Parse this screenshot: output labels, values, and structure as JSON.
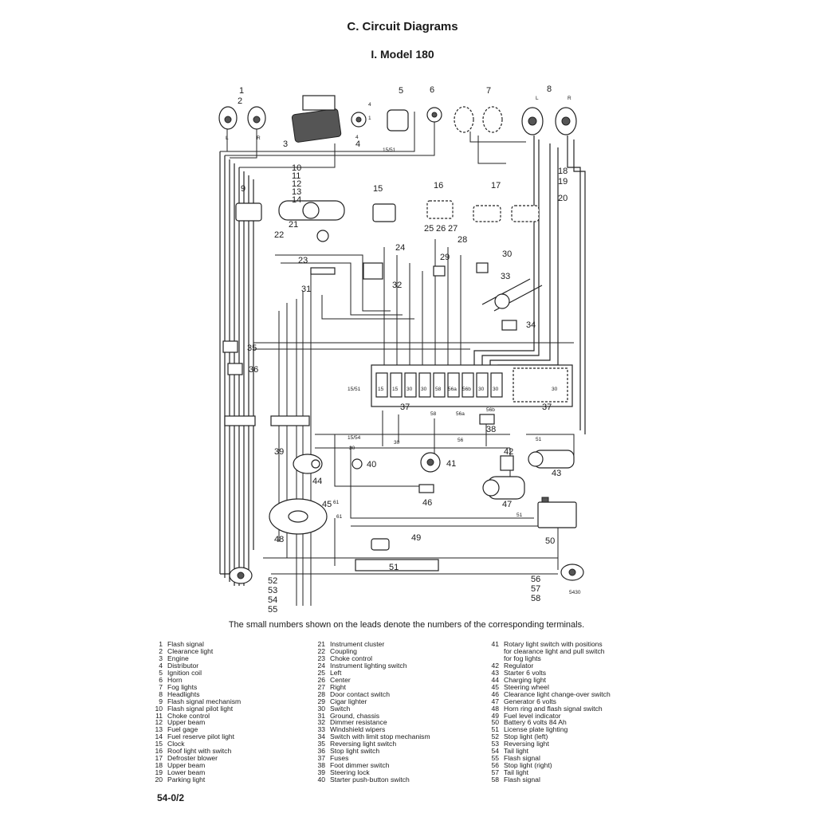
{
  "title": "C. Circuit Diagrams",
  "subtitle": "I. Model 180",
  "caption": "The small numbers shown on the leads denote the numbers of the corresponding terminals.",
  "page_code": "54-0/2",
  "diagram": {
    "side_left": "L",
    "side_right": "R",
    "terminals": [
      "4",
      "4",
      "1",
      "15/51",
      "15/51",
      "58",
      "56a",
      "56b",
      "15/54",
      "30",
      "56",
      "30",
      "51",
      "61",
      "61",
      "51"
    ],
    "part_number": "5430",
    "callouts": [
      "1",
      "2",
      "3",
      "4",
      "5",
      "6",
      "7",
      "8",
      "9",
      "10",
      "11",
      "12",
      "13",
      "14",
      "15",
      "16",
      "17",
      "18",
      "19",
      "20",
      "21",
      "22",
      "23",
      "24",
      "25",
      "26",
      "27",
      "28",
      "29",
      "30",
      "31",
      "32",
      "33",
      "34",
      "35",
      "36",
      "37",
      "37",
      "38",
      "39",
      "40",
      "41",
      "42",
      "43",
      "44",
      "45",
      "46",
      "47",
      "48",
      "49",
      "50",
      "51",
      "52",
      "53",
      "54",
      "55",
      "56",
      "57",
      "58"
    ],
    "fuse_labels": [
      "15",
      "15",
      "30",
      "30",
      "58",
      "56a",
      "56b",
      "30",
      "30",
      "30"
    ]
  },
  "legend": [
    {
      "num": "1",
      "label": "Flash signal"
    },
    {
      "num": "2",
      "label": "Clearance light"
    },
    {
      "num": "3",
      "label": "Engine"
    },
    {
      "num": "4",
      "label": "Distributor"
    },
    {
      "num": "5",
      "label": "Ignition coil"
    },
    {
      "num": "6",
      "label": "Horn"
    },
    {
      "num": "7",
      "label": "Fog lights"
    },
    {
      "num": "8",
      "label": "Headlights"
    },
    {
      "num": "9",
      "label": "Flash signal mechanism"
    },
    {
      "num": "10",
      "label": "Flash signal pilot light"
    },
    {
      "num": "11",
      "label": "Choke control"
    },
    {
      "num": "12",
      "label": "Upper beam"
    },
    {
      "num": "13",
      "label": "Fuel gage"
    },
    {
      "num": "14",
      "label": "Fuel reserve pilot light"
    },
    {
      "num": "15",
      "label": "Clock"
    },
    {
      "num": "16",
      "label": "Roof light with switch"
    },
    {
      "num": "17",
      "label": "Defroster blower"
    },
    {
      "num": "18",
      "label": "Upper beam"
    },
    {
      "num": "19",
      "label": "Lower beam"
    },
    {
      "num": "20",
      "label": "Parking light"
    },
    {
      "num": "21",
      "label": "Instrument cluster"
    },
    {
      "num": "22",
      "label": "Coupling"
    },
    {
      "num": "23",
      "label": "Choke control"
    },
    {
      "num": "24",
      "label": "Instrument lighting switch"
    },
    {
      "num": "25",
      "label": "Left"
    },
    {
      "num": "26",
      "label": "Center"
    },
    {
      "num": "27",
      "label": "Right"
    },
    {
      "num": "28",
      "label": "Door contact switch"
    },
    {
      "num": "29",
      "label": "Cigar lighter"
    },
    {
      "num": "30",
      "label": "Switch"
    },
    {
      "num": "31",
      "label": "Ground, chassis"
    },
    {
      "num": "32",
      "label": "Dimmer resistance"
    },
    {
      "num": "33",
      "label": "Windshield wipers"
    },
    {
      "num": "34",
      "label": "Switch with limit stop mechanism"
    },
    {
      "num": "35",
      "label": "Reversing light switch"
    },
    {
      "num": "36",
      "label": "Stop light switch"
    },
    {
      "num": "37",
      "label": "Fuses"
    },
    {
      "num": "38",
      "label": "Foot dimmer switch"
    },
    {
      "num": "39",
      "label": "Steering lock"
    },
    {
      "num": "40",
      "label": "Starter push-button switch"
    },
    {
      "num": "41",
      "label": "Rotary light switch with positions"
    },
    {
      "num": "",
      "label": "for clearance light and pull switch"
    },
    {
      "num": "",
      "label": "for fog lights"
    },
    {
      "num": "42",
      "label": "Regulator"
    },
    {
      "num": "43",
      "label": "Starter  6 volts"
    },
    {
      "num": "44",
      "label": "Charging light"
    },
    {
      "num": "45",
      "label": "Steering wheel"
    },
    {
      "num": "46",
      "label": "Clearance light change-over switch"
    },
    {
      "num": "47",
      "label": "Generator  6 volts"
    },
    {
      "num": "48",
      "label": "Horn ring and flash signal switch"
    },
    {
      "num": "49",
      "label": "Fuel level indicator"
    },
    {
      "num": "50",
      "label": "Battery 6 volts 84 Ah"
    },
    {
      "num": "51",
      "label": "License plate lighting"
    },
    {
      "num": "52",
      "label": "Stop light (left)"
    },
    {
      "num": "53",
      "label": "Reversing light"
    },
    {
      "num": "54",
      "label": "Tail light"
    },
    {
      "num": "55",
      "label": "Flash signal"
    },
    {
      "num": "56",
      "label": "Stop light (right)"
    },
    {
      "num": "57",
      "label": "Tail light"
    },
    {
      "num": "58",
      "label": "Flash signal"
    }
  ]
}
